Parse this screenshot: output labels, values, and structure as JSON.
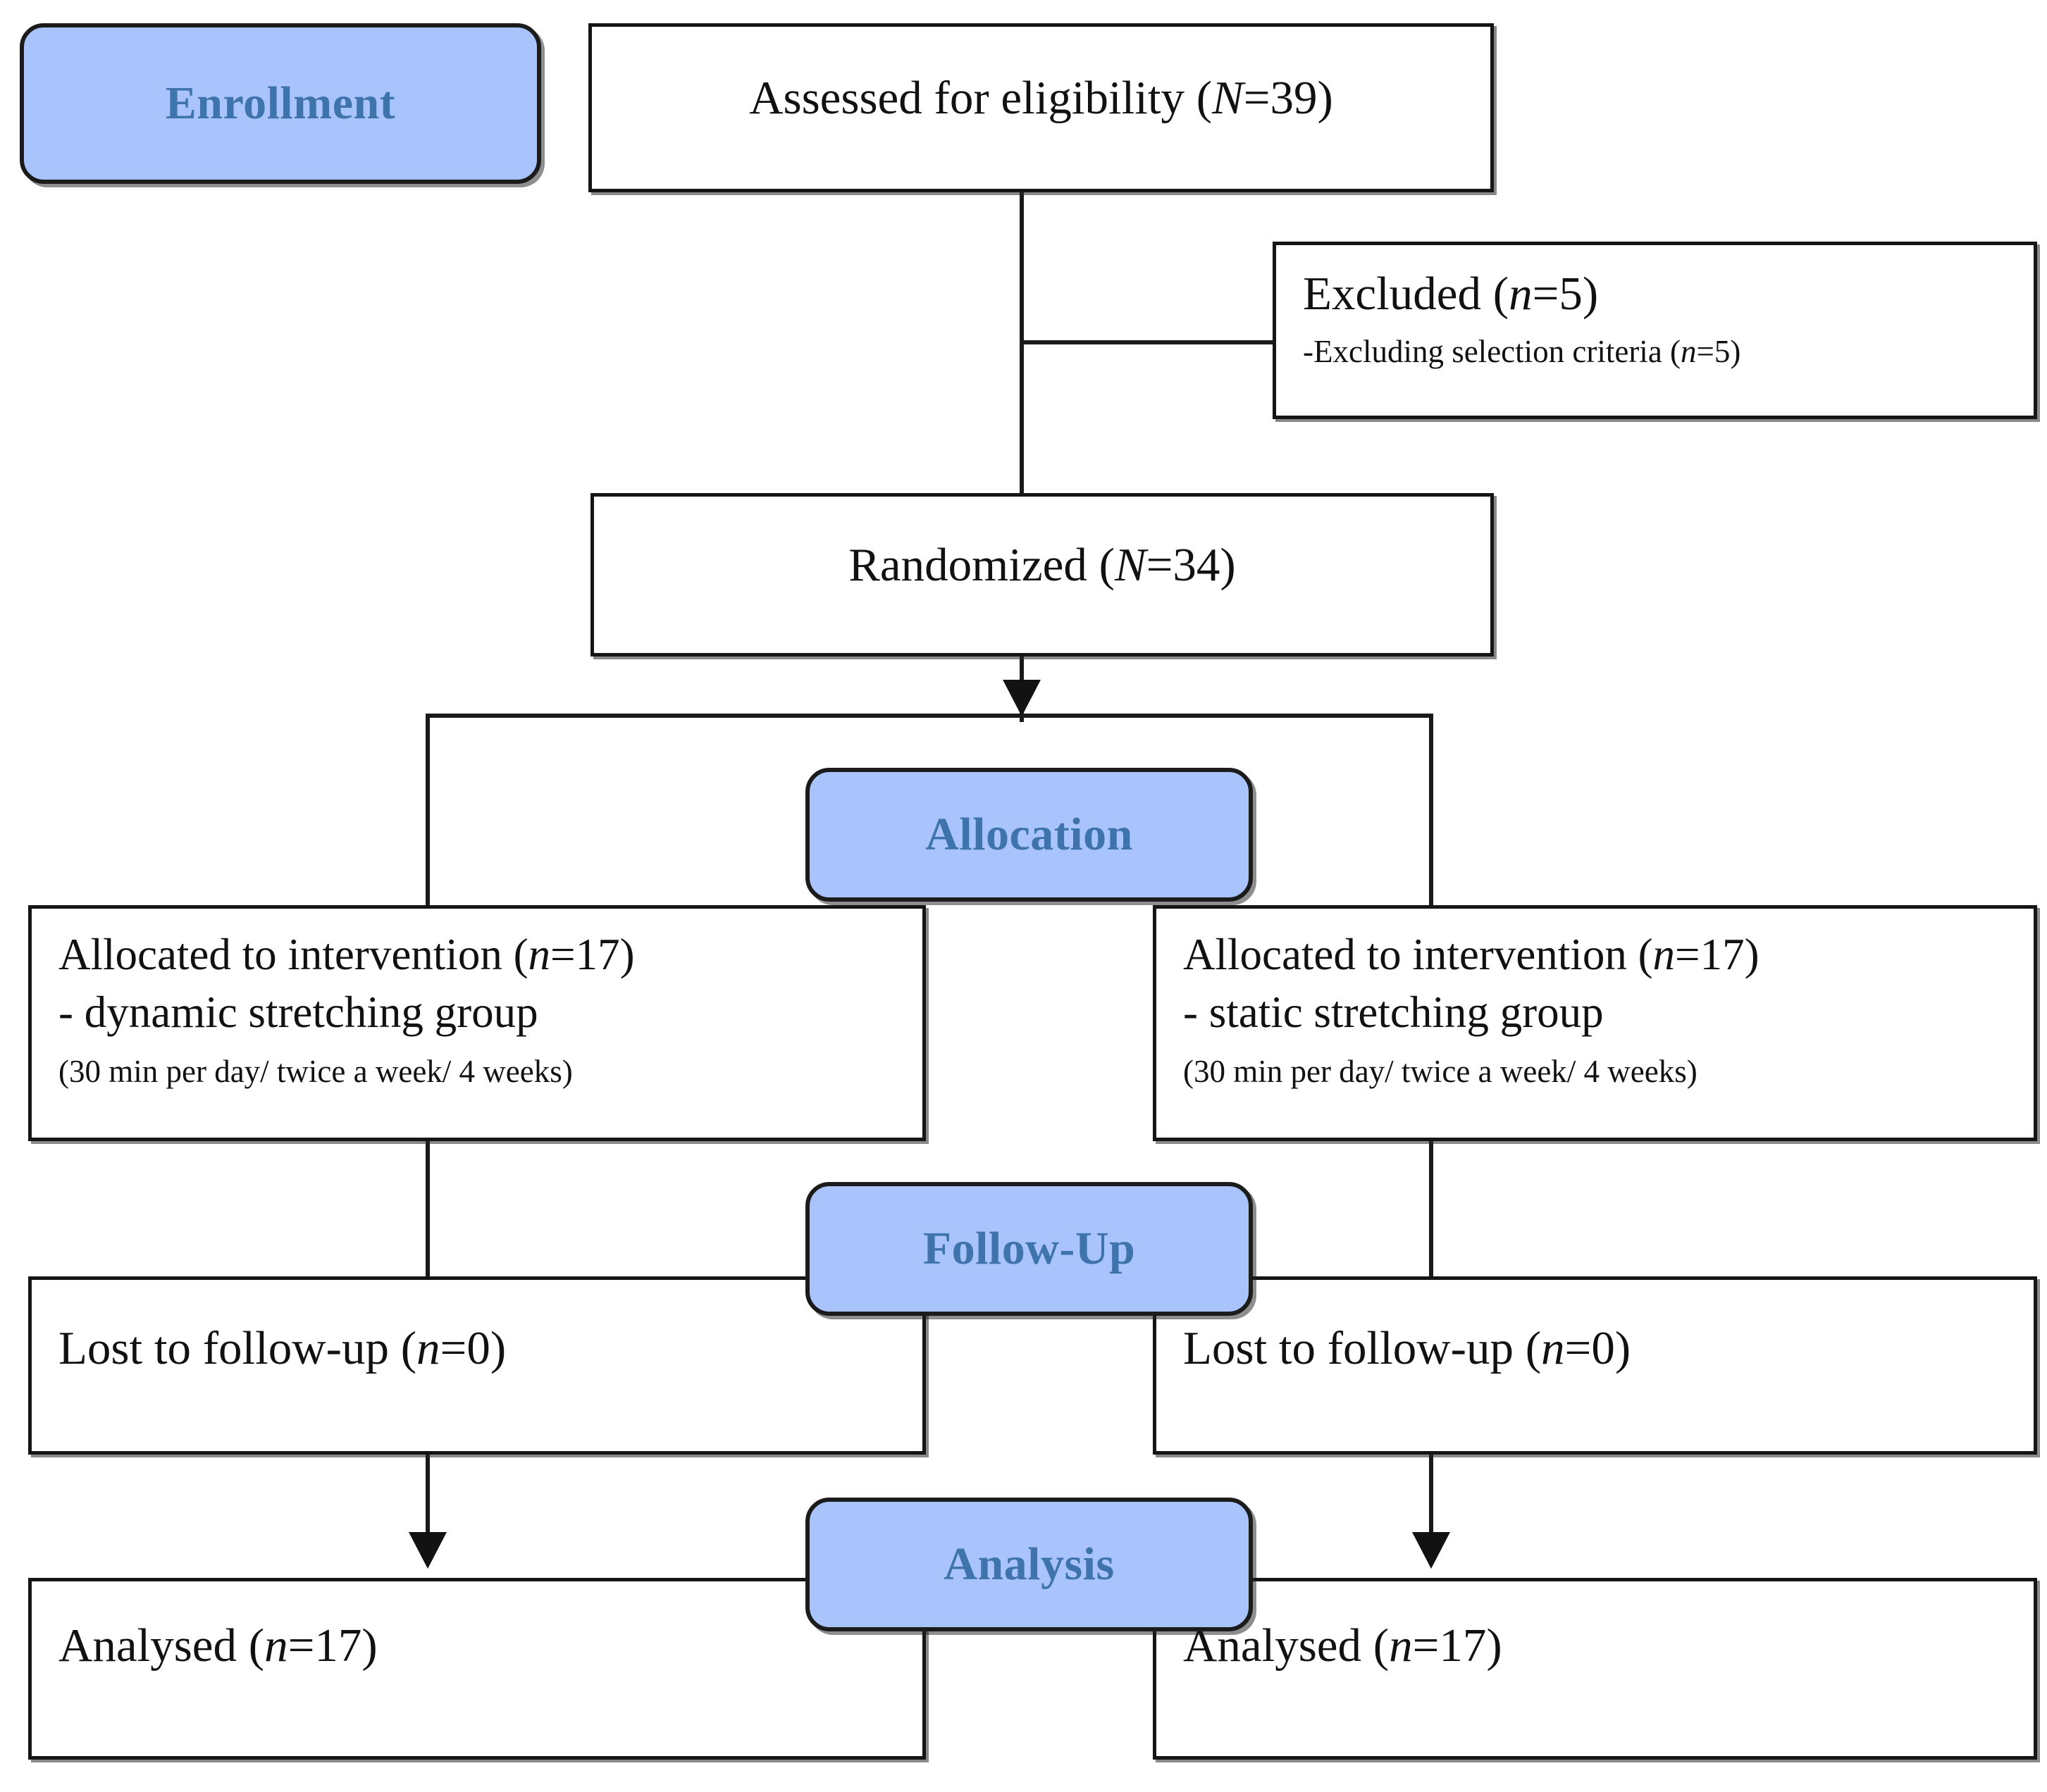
{
  "diagram": {
    "title": "CONSORT participant flow diagram",
    "accent_blue_fill": "#a9c4fc",
    "accent_blue_text": "#3f73ab",
    "line_color": "#151515"
  },
  "stages": {
    "enrollment": "Enrollment",
    "allocation": "Allocation",
    "followup": "Follow-Up",
    "analysis": "Analysis"
  },
  "boxes": {
    "assessed": {
      "line1": "Assessed for eligibility (",
      "italic": "N",
      "line1_end": "=39)"
    },
    "excluded": {
      "line1_a": "Excluded (",
      "line1_i": "n",
      "line1_b": "=5)",
      "line2_a": "-Excluding selection  criteria (",
      "line2_i": "n",
      "line2_b": "=5)"
    },
    "randomized": {
      "line1_a": "Randomized (",
      "line1_i": "N",
      "line1_b": "=34)"
    },
    "alloc_left": {
      "line1_a": "Allocated to intervention (",
      "line1_i": "n",
      "line1_b": "=17)",
      "line2": "- dynamic stretching group",
      "line3": "(30 min per day/ twice a week/  4 weeks)"
    },
    "alloc_right": {
      "line1_a": "Allocated to intervention (",
      "line1_i": "n",
      "line1_b": "=17)",
      "line2": "- static stretching group",
      "line3": "(30 min per day/ twice a week/  4 weeks)"
    },
    "lost_left": {
      "line1_a": "Lost to follow-up (",
      "line1_i": "n",
      "line1_b": "=0)"
    },
    "lost_right": {
      "line1_a": "Lost to follow-up (",
      "line1_i": "n",
      "line1_b": "=0)"
    },
    "analysed_left": {
      "line1_a": "Analysed (",
      "line1_i": "n",
      "line1_b": "=17)"
    },
    "analysed_right": {
      "line1_a": "Analysed (",
      "line1_i": "n",
      "line1_b": "=17)"
    }
  },
  "flow_data": {
    "assessed_for_eligibility_N": 39,
    "excluded_n": 5,
    "excluded_reason": "Excluding selection criteria",
    "excluded_reason_n": 5,
    "randomized_N": 34,
    "arm_left": {
      "name": "dynamic stretching group",
      "allocated_n": 17,
      "dose": "30 min per day/ twice a week/ 4 weeks",
      "lost_to_followup_n": 0,
      "analysed_n": 17
    },
    "arm_right": {
      "name": "static stretching group",
      "allocated_n": 17,
      "dose": "30 min per day/ twice a week/ 4 weeks",
      "lost_to_followup_n": 0,
      "analysed_n": 17
    }
  }
}
